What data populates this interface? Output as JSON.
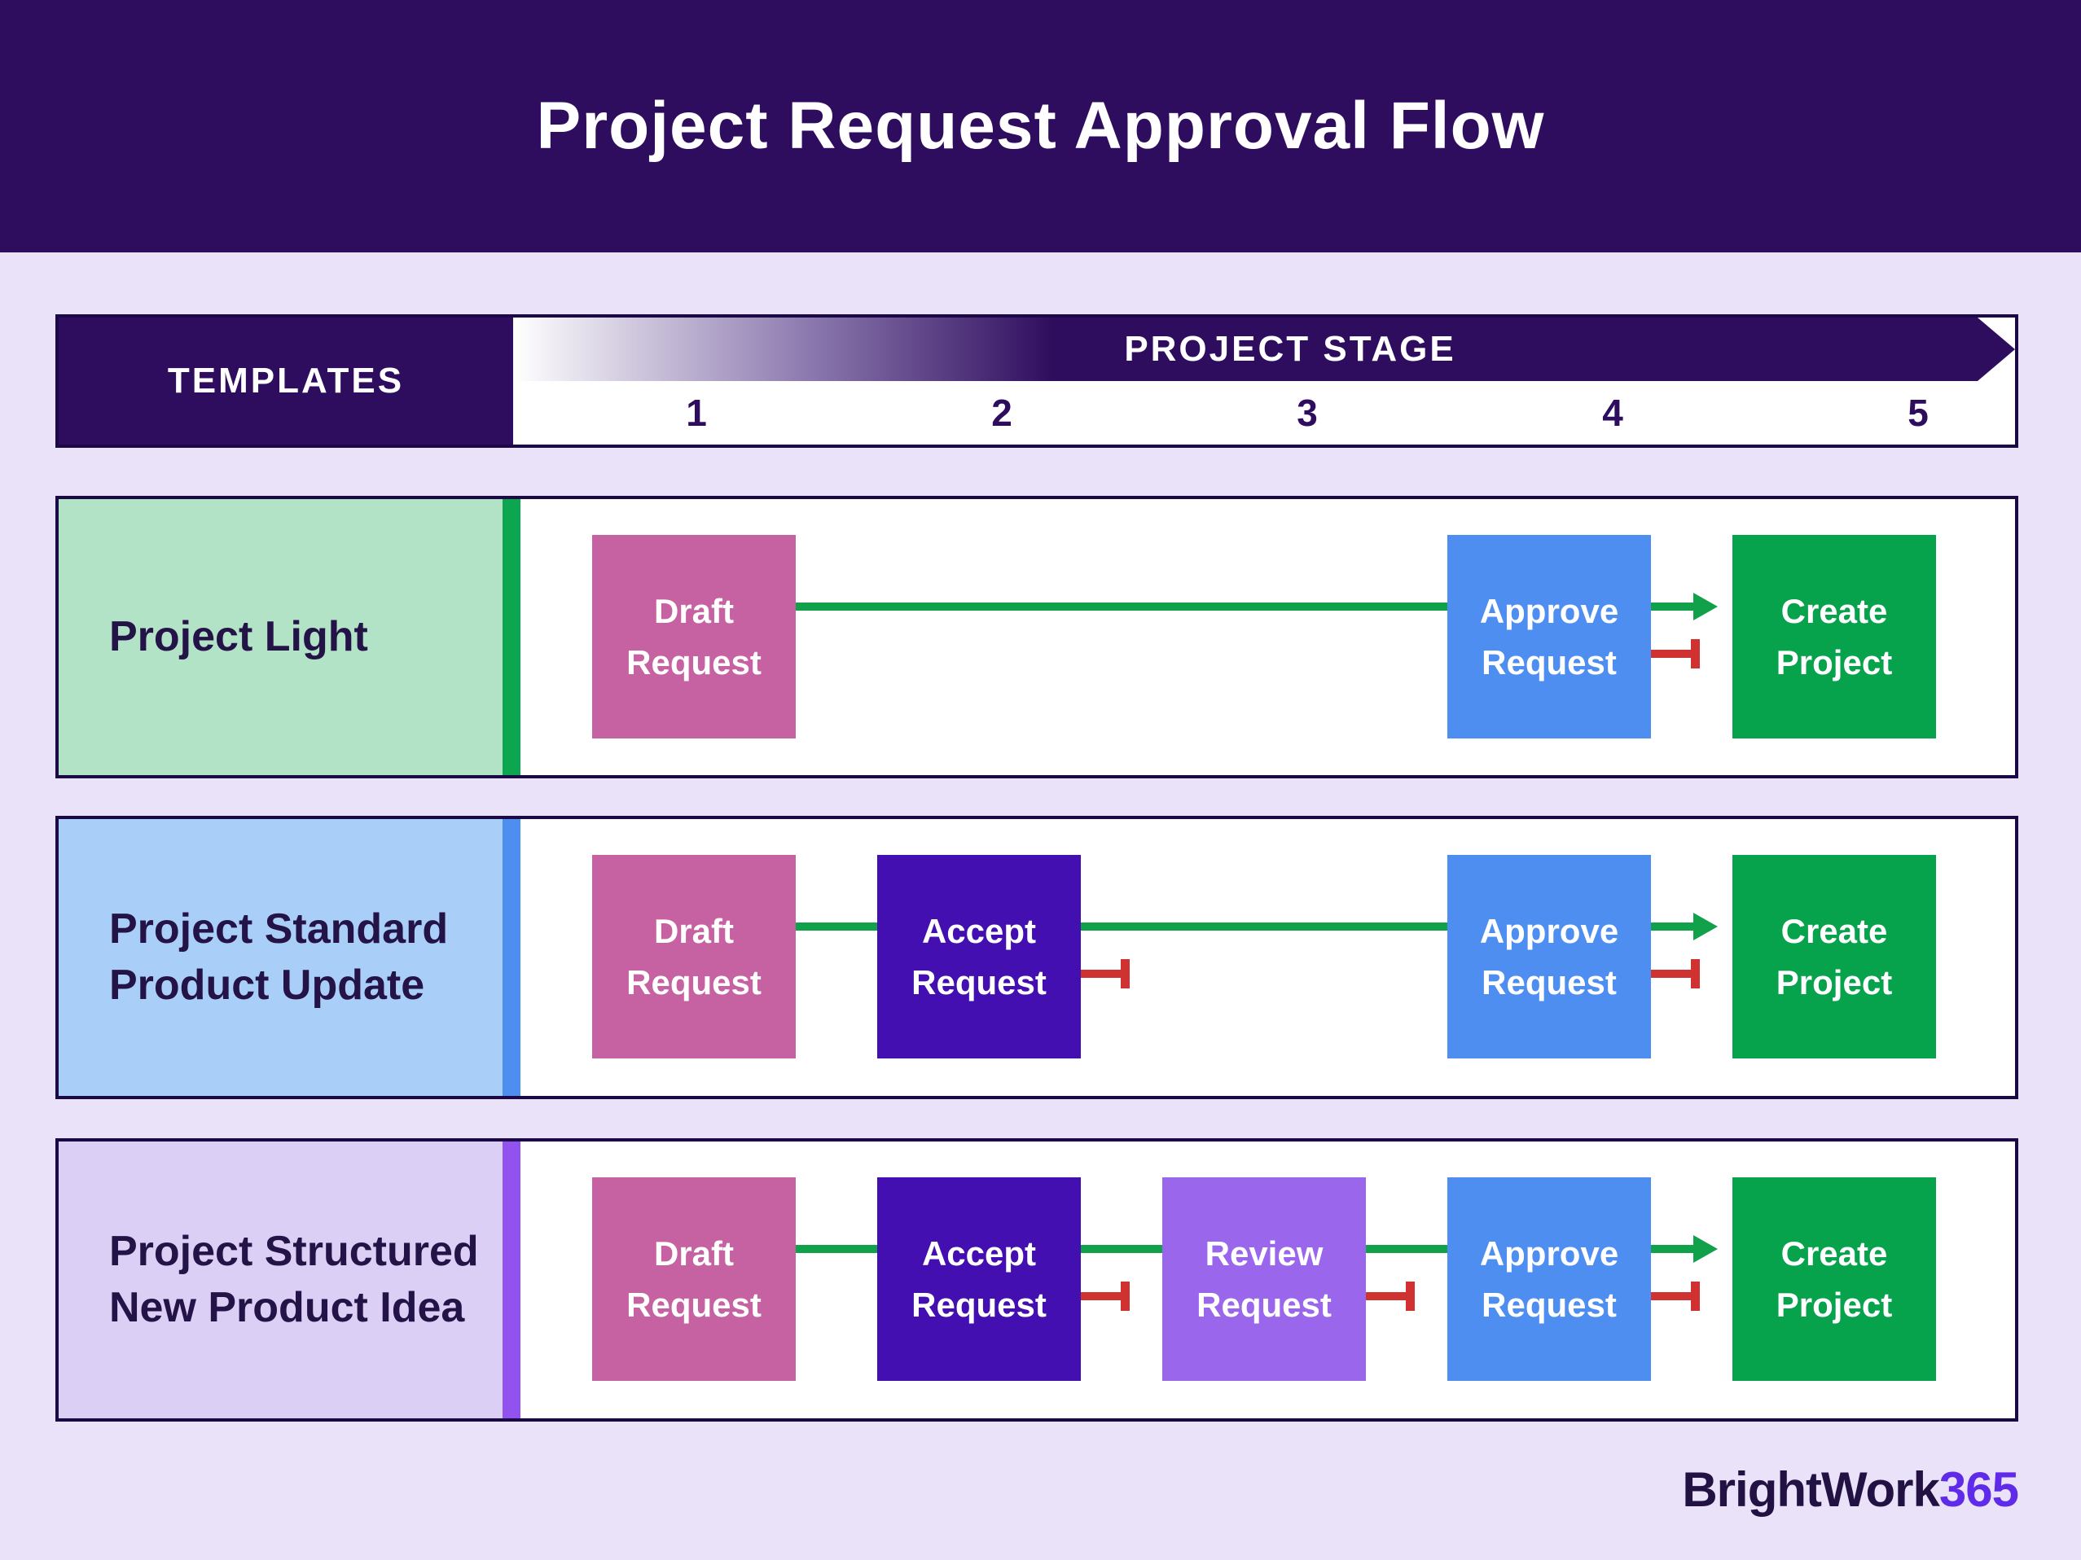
{
  "title": "Project Request Approval Flow",
  "header": {
    "templates_label": "TEMPLATES",
    "stage_label": "PROJECT STAGE",
    "stage_numbers": [
      "1",
      "2",
      "3",
      "4",
      "5"
    ]
  },
  "colors": {
    "band_purple": "#2F0D5E",
    "border_dark": "#1B0945",
    "page_background": "#E9E2F8",
    "flow_green": "#12A14B",
    "reject_red": "#D03231",
    "white": "#FFFFFF"
  },
  "lanes": [
    {
      "label_line1": "Project Light",
      "label_line2": "",
      "label_bg": "#B2E3C6",
      "accent_color": "#0BA64F",
      "boxes": [
        {
          "stage": 1,
          "line1": "Draft",
          "line2": "Request",
          "color": "#C661A2"
        },
        {
          "stage": 4,
          "line1": "Approve",
          "line2": "Request",
          "color": "#4E8EF0"
        },
        {
          "stage": 5,
          "line1": "Create",
          "line2": "Project",
          "color": "#07A24C"
        }
      ]
    },
    {
      "label_line1": "Project Standard",
      "label_line2": "Product Update",
      "label_bg": "#A9CFF8",
      "accent_color": "#4E8EF0",
      "boxes": [
        {
          "stage": 1,
          "line1": "Draft",
          "line2": "Request",
          "color": "#C661A2"
        },
        {
          "stage": 2,
          "line1": "Accept",
          "line2": "Request",
          "color": "#430FB0"
        },
        {
          "stage": 4,
          "line1": "Approve",
          "line2": "Request",
          "color": "#4E8EF0"
        },
        {
          "stage": 5,
          "line1": "Create",
          "line2": "Project",
          "color": "#07A24C"
        }
      ]
    },
    {
      "label_line1": "Project Structured",
      "label_line2": "New Product Idea",
      "label_bg": "#DCCFF5",
      "accent_color": "#9152EF",
      "boxes": [
        {
          "stage": 1,
          "line1": "Draft",
          "line2": "Request",
          "color": "#C661A2"
        },
        {
          "stage": 2,
          "line1": "Accept",
          "line2": "Request",
          "color": "#430FB0"
        },
        {
          "stage": 3,
          "line1": "Review",
          "line2": "Request",
          "color": "#9A67EC"
        },
        {
          "stage": 4,
          "line1": "Approve",
          "line2": "Request",
          "color": "#4E8EF0"
        },
        {
          "stage": 5,
          "line1": "Create",
          "line2": "Project",
          "color": "#07A24C"
        }
      ]
    }
  ],
  "logo": {
    "brand": "BrightWork",
    "suffix": "365",
    "brand_color": "#221244",
    "suffix_color": "#5F2BE8"
  }
}
